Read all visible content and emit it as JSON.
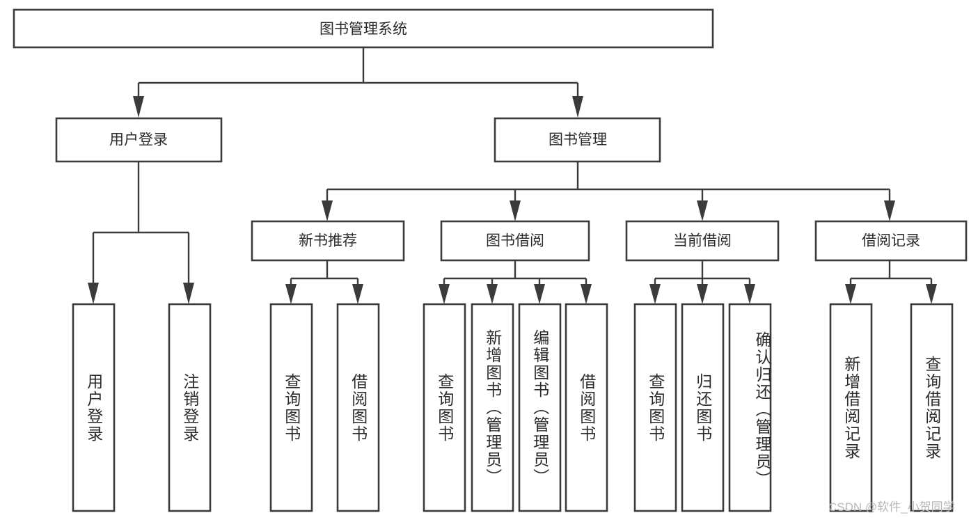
{
  "diagram": {
    "title": "图书管理系统",
    "type": "hierarchy-tree",
    "root": {
      "label": "图书管理系统"
    },
    "level2": [
      {
        "label": "用户登录"
      },
      {
        "label": "图书管理"
      }
    ],
    "level3": [
      {
        "label": "新书推荐"
      },
      {
        "label": "图书借阅"
      },
      {
        "label": "当前借阅"
      },
      {
        "label": "借阅记录"
      }
    ],
    "leaves": {
      "user_login": [
        {
          "label": "用户登录"
        },
        {
          "label": "注销登录"
        }
      ],
      "new_book_recommend": [
        {
          "label": "查询图书"
        },
        {
          "label": "借阅图书"
        }
      ],
      "book_borrow": [
        {
          "label": "查询图书"
        },
        {
          "label": "新增图书（管理员）"
        },
        {
          "label": "编辑图书（管理员）"
        },
        {
          "label": "借阅图书"
        }
      ],
      "current_borrow": [
        {
          "label": "查询图书"
        },
        {
          "label": "归还图书"
        },
        {
          "label": "确认归还（管理员）"
        }
      ],
      "borrow_record": [
        {
          "label": "新增借阅记录"
        },
        {
          "label": "查询借阅记录"
        }
      ]
    }
  },
  "watermark": {
    "text": "CSDN @软件_小贺同学"
  },
  "colors": {
    "box_stroke": "#3b3b3b",
    "box_fill": "#ffffff",
    "text": "#2b2b2b",
    "connector": "#3b3b3b",
    "watermark": "#b8b8b8",
    "background": "#ffffff"
  }
}
